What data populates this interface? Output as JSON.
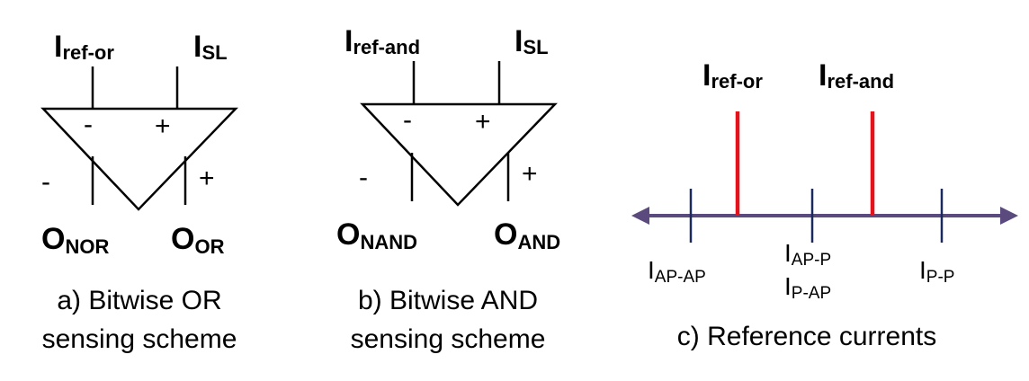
{
  "panel_a": {
    "ref_main": "I",
    "ref_sub": "ref-or",
    "sl_main": "I",
    "sl_sub": "SL",
    "minus_in": "-",
    "plus_in": "+",
    "minus_out": "-",
    "plus_out": "+",
    "out_left_main": "O",
    "out_left_sub": "NOR",
    "out_right_main": "O",
    "out_right_sub": "OR",
    "caption_line1": "a) Bitwise OR",
    "caption_line2": "sensing scheme"
  },
  "panel_b": {
    "ref_main": "I",
    "ref_sub": "ref-and",
    "sl_main": "I",
    "sl_sub": "SL",
    "minus_in": "-",
    "plus_in": "+",
    "minus_out": "-",
    "plus_out": "+",
    "out_left_main": "O",
    "out_left_sub": "NAND",
    "out_right_main": "O",
    "out_right_sub": "AND",
    "caption_line1": "b) Bitwise AND",
    "caption_line2": "sensing scheme"
  },
  "panel_c": {
    "ref_or_main": "I",
    "ref_or_sub": "ref-or",
    "ref_and_main": "I",
    "ref_and_sub": "ref-and",
    "ap_ap_main": "I",
    "ap_ap_sub": "AP-AP",
    "ap_p_main": "I",
    "ap_p_sub": "AP-P",
    "p_ap_main": "I",
    "p_ap_sub": "P-AP",
    "p_p_main": "I",
    "p_p_sub": "P-P",
    "caption": "c) Reference currents",
    "colors": {
      "axis": "#5b4a7d",
      "reference": "#e3121b",
      "level": "#1a2a5c"
    }
  }
}
